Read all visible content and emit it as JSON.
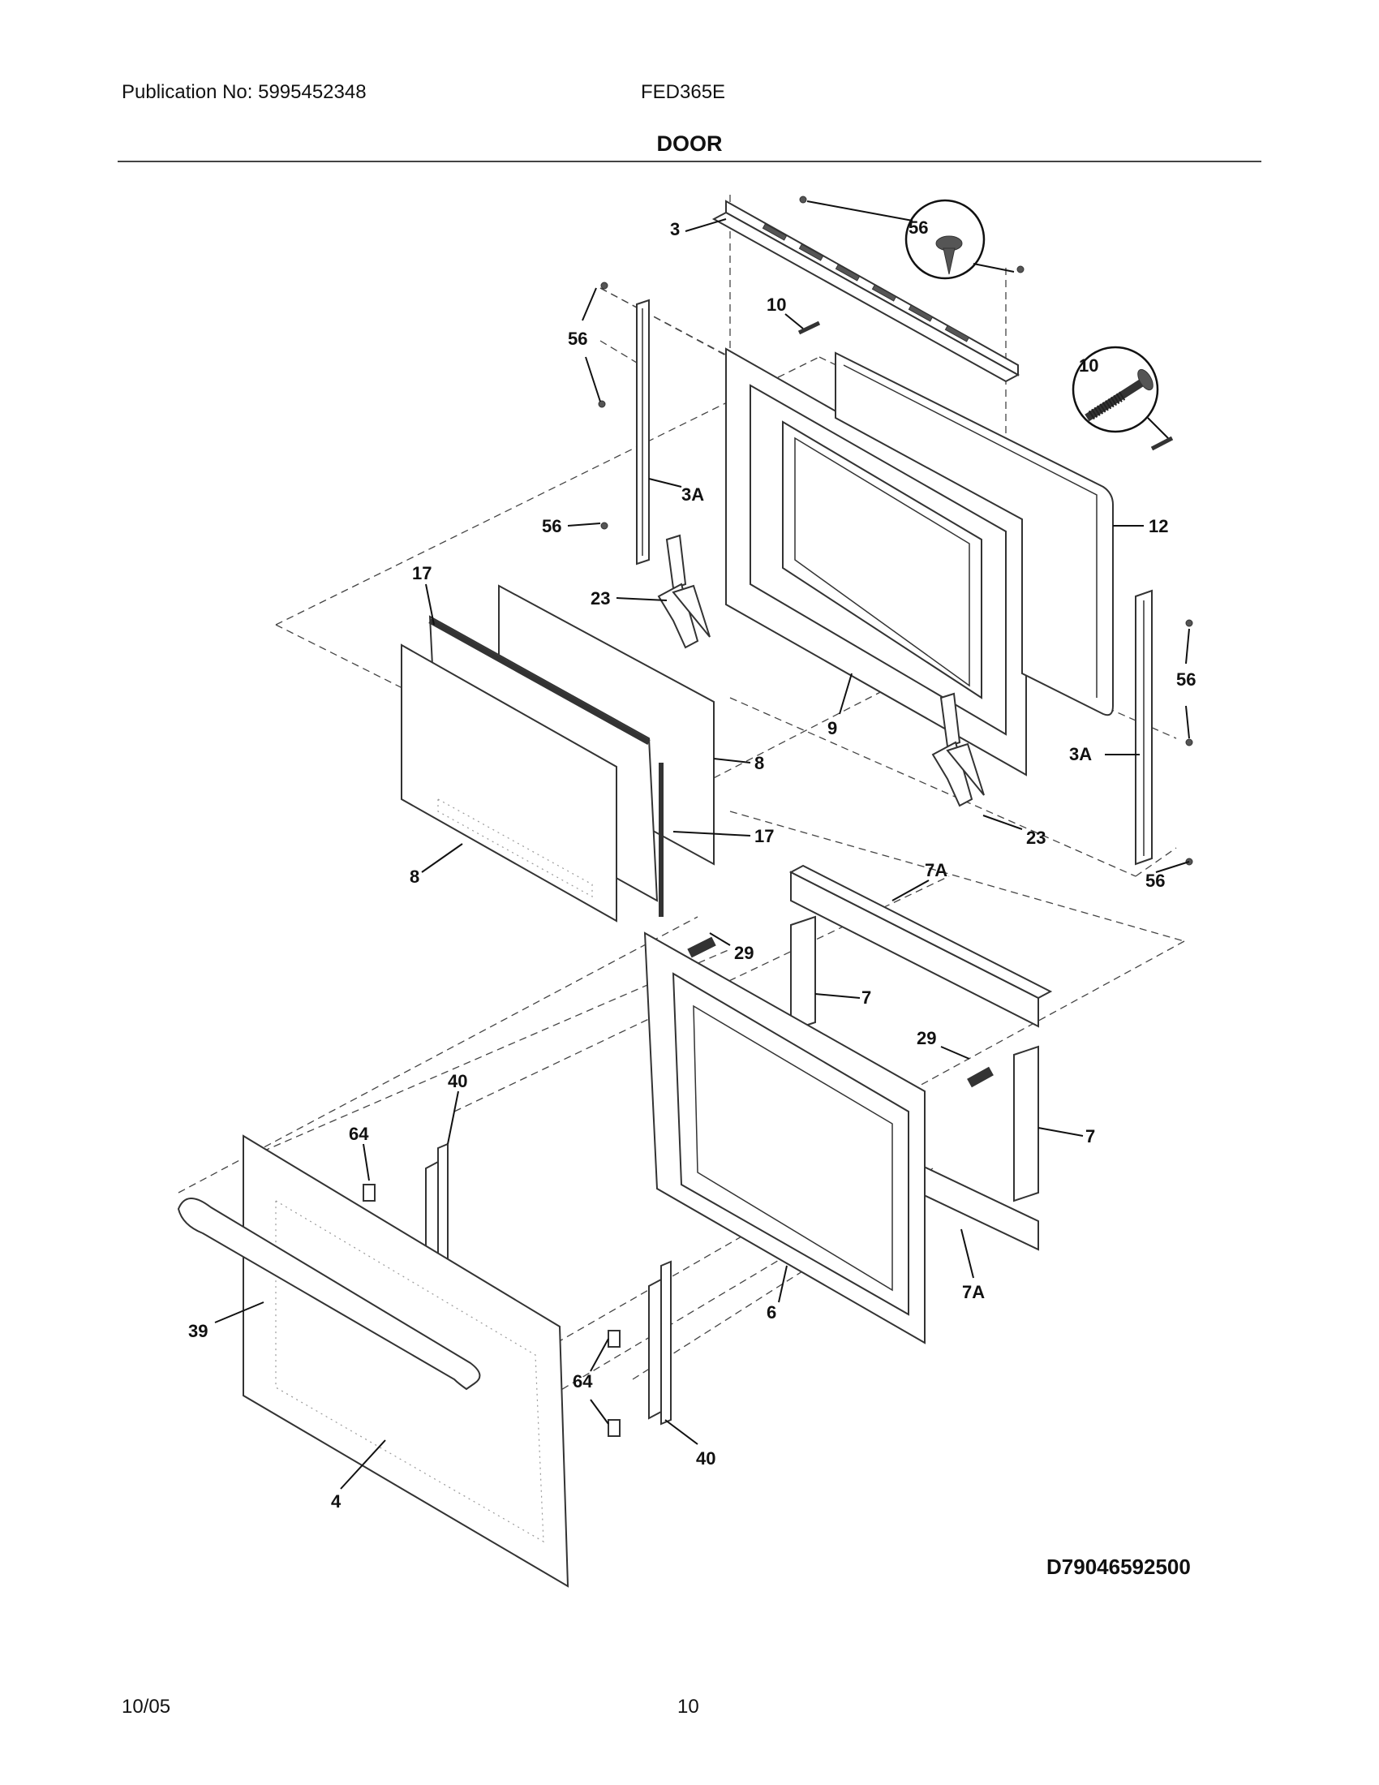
{
  "header": {
    "publication": "Publication No: 5995452348",
    "model": "FED365E",
    "section_title": "DOOR"
  },
  "diagram": {
    "labels": [
      {
        "id": "l3",
        "text": "3"
      },
      {
        "id": "l56a",
        "text": "56"
      },
      {
        "id": "l10a",
        "text": "10"
      },
      {
        "id": "l56b",
        "text": "56"
      },
      {
        "id": "l10b",
        "text": "10"
      },
      {
        "id": "l3Aa",
        "text": "3A"
      },
      {
        "id": "l12",
        "text": "12"
      },
      {
        "id": "l56c",
        "text": "56"
      },
      {
        "id": "l17a",
        "text": "17"
      },
      {
        "id": "l23a",
        "text": "23"
      },
      {
        "id": "l56d",
        "text": "56"
      },
      {
        "id": "l9",
        "text": "9"
      },
      {
        "id": "l3Ab",
        "text": "3A"
      },
      {
        "id": "l8a",
        "text": "8"
      },
      {
        "id": "l17b",
        "text": "17"
      },
      {
        "id": "l23b",
        "text": "23"
      },
      {
        "id": "l8b",
        "text": "8"
      },
      {
        "id": "l56e",
        "text": "56"
      },
      {
        "id": "l7Aa",
        "text": "7A"
      },
      {
        "id": "l29a",
        "text": "29"
      },
      {
        "id": "l7a",
        "text": "7"
      },
      {
        "id": "l29b",
        "text": "29"
      },
      {
        "id": "l40a",
        "text": "40"
      },
      {
        "id": "l64a",
        "text": "64"
      },
      {
        "id": "l7b",
        "text": "7"
      },
      {
        "id": "l39",
        "text": "39"
      },
      {
        "id": "l6",
        "text": "6"
      },
      {
        "id": "l7Ab",
        "text": "7A"
      },
      {
        "id": "l64b",
        "text": "64"
      },
      {
        "id": "l40b",
        "text": "40"
      },
      {
        "id": "l4",
        "text": "4"
      }
    ],
    "reference_code": "D79046592500"
  },
  "footer": {
    "date": "10/05",
    "page_number": "10"
  }
}
